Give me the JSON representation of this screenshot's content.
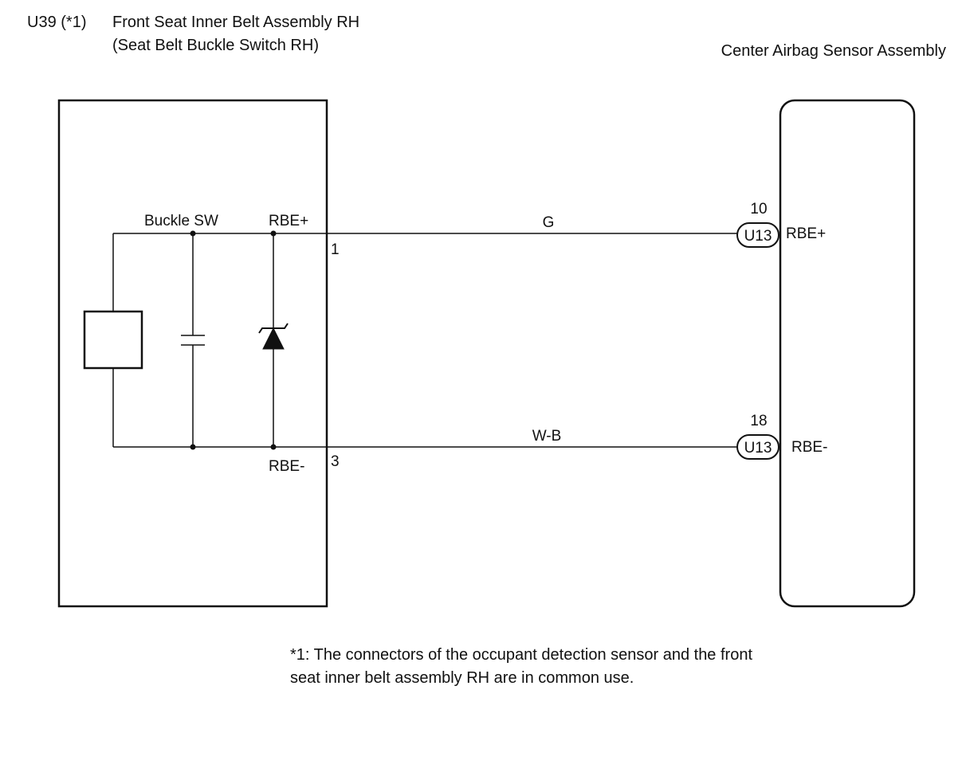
{
  "left_component": {
    "connector_code": "U39 (*1)",
    "title_line1": "Front Seat Inner Belt Assembly RH",
    "title_line2": "(Seat Belt Buckle Switch RH)",
    "buckle_label": "Buckle SW",
    "pin_top_name": "RBE+",
    "pin_bottom_name": "RBE-",
    "pin_top_number": "1",
    "pin_bottom_number": "3"
  },
  "right_component": {
    "title": "Center Airbag Sensor Assembly",
    "pin_top_number": "10",
    "pin_bottom_number": "18",
    "connector_top": "U13",
    "connector_bottom": "U13",
    "pin_top_name": "RBE+",
    "pin_bottom_name": "RBE-"
  },
  "wires": {
    "top_color": "G",
    "bottom_color": "W-B"
  },
  "footnote": {
    "line1": "*1: The connectors of the occupant detection sensor and the front",
    "line2": "seat inner belt assembly RH are in common use."
  }
}
